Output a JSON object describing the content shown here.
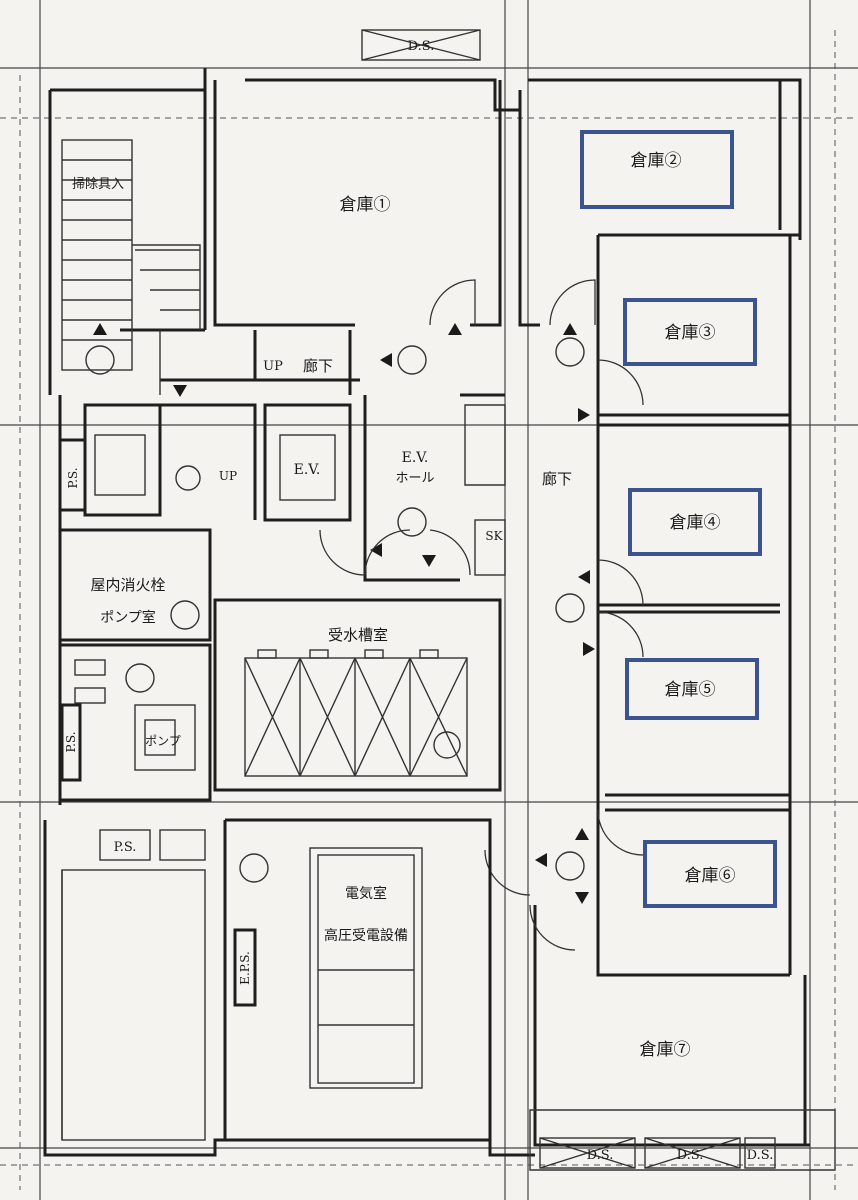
{
  "rooms": {
    "storage_1": "倉庫①",
    "storage_2": "倉庫②",
    "storage_3": "倉庫③",
    "storage_4": "倉庫④",
    "storage_5": "倉庫⑤",
    "storage_6": "倉庫⑥",
    "storage_7": "倉庫⑦",
    "cleaning": "掃除具入",
    "corridor_top": "廊下",
    "up_top": "UP",
    "up_mid": "UP",
    "elevator": "E.V.",
    "ev_hall_line1": "E.V.",
    "ev_hall_line2": "ホール",
    "corridor_right": "廊下",
    "sk": "SK",
    "fire_pump_line1": "屋内消火栓",
    "fire_pump_line2": "ポンプ室",
    "water_tank": "受水槽室",
    "pump": "ポンプ",
    "electrical_line1": "電気室",
    "electrical_line2": "高圧受電設備",
    "ps_left_upper": "P.S.",
    "ps_left_lower": "P.S.",
    "ps_bottom": "P.S.",
    "eps": "E.P.S.",
    "ds_top": "D.S.",
    "ds_bottom_1": "D.S.",
    "ds_bottom_2": "D.S.",
    "ds_bottom_3": "D.S."
  },
  "highlight_color": "#3b5490"
}
